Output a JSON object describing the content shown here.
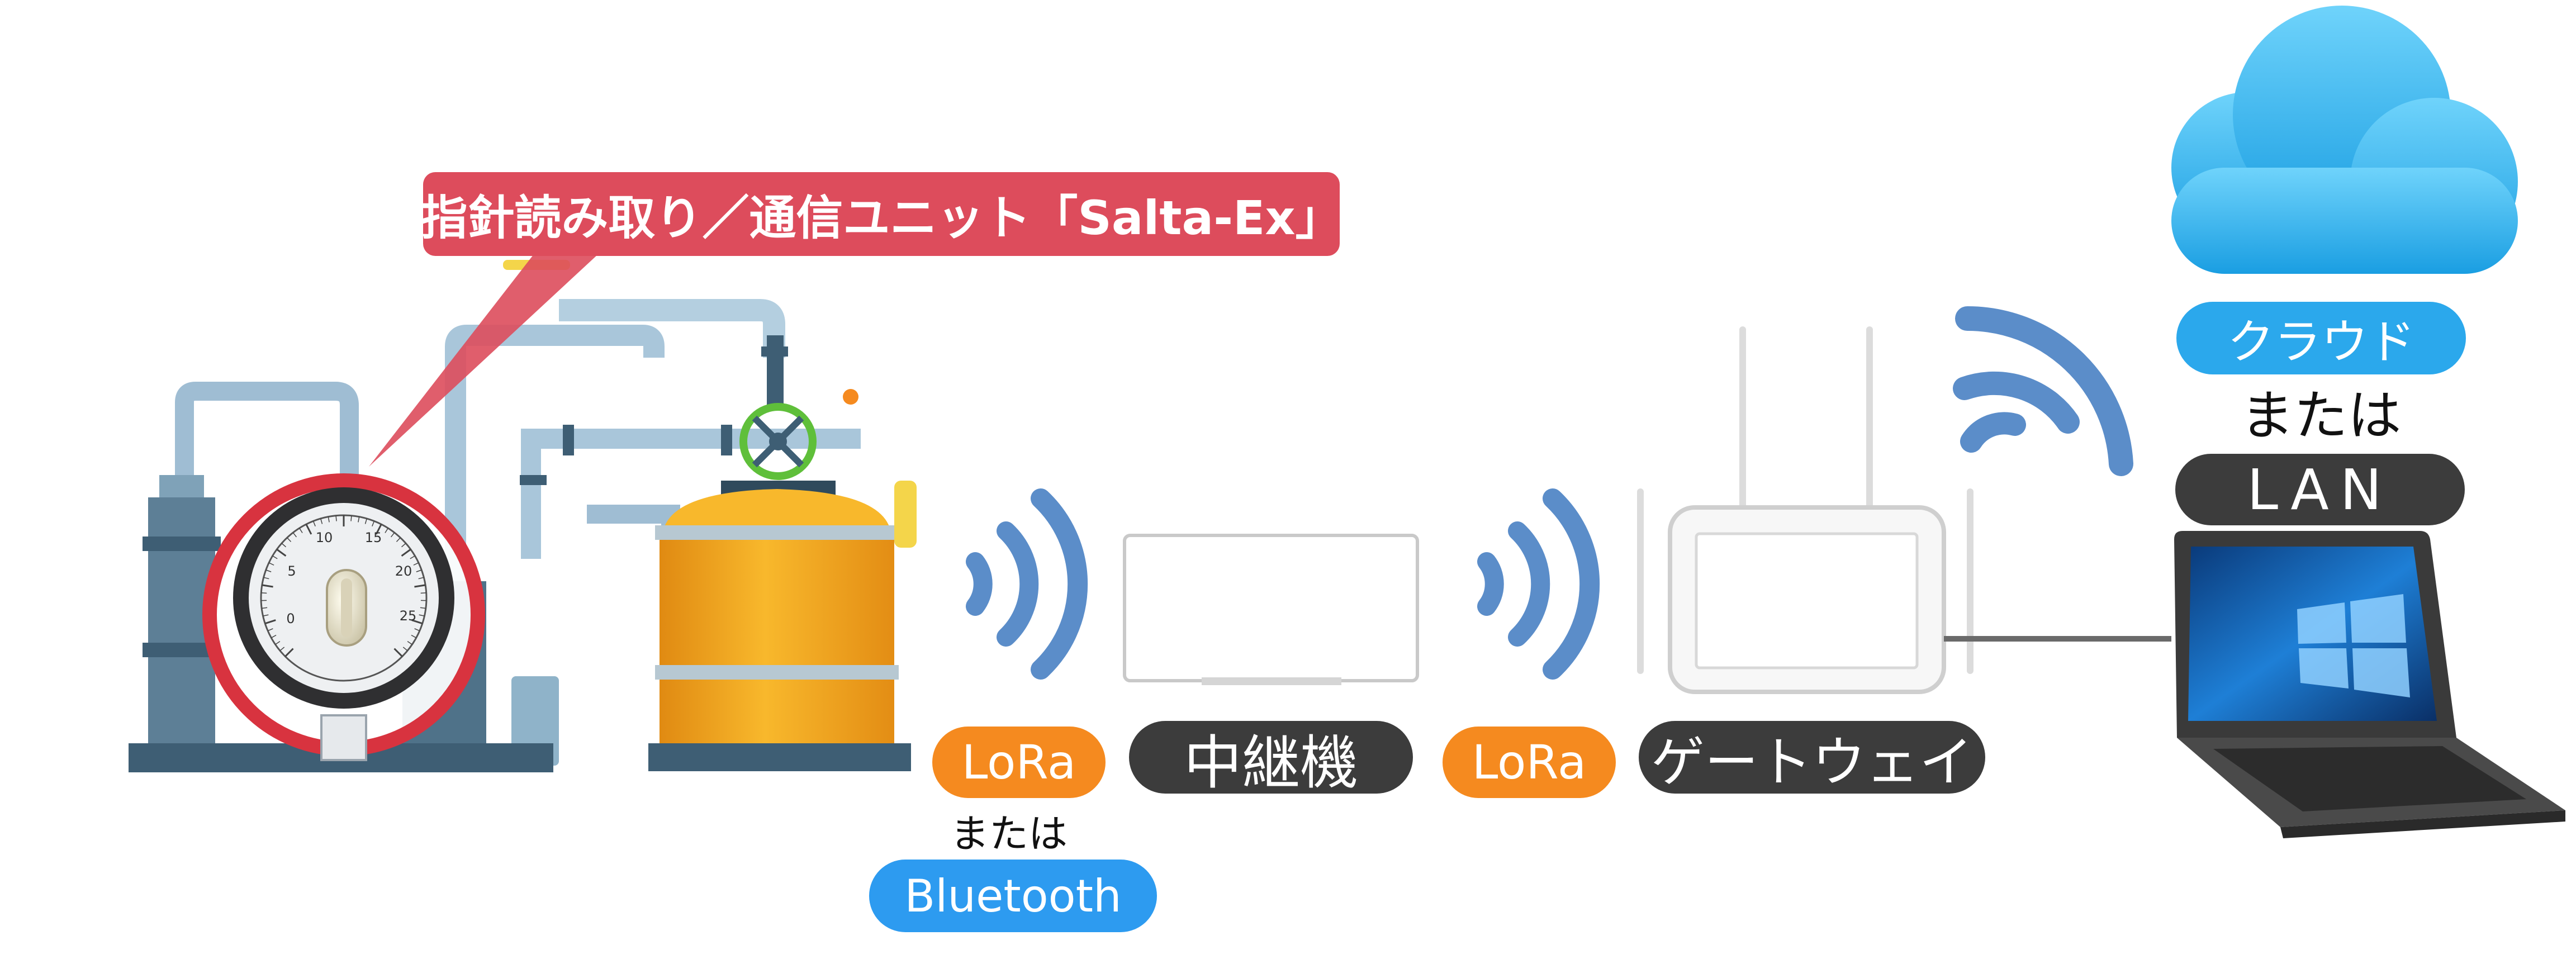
{
  "callout": {
    "label": "指針読み取り／通信ユニット「Salta-Ex」"
  },
  "gauge": {
    "ticks": [
      "0",
      "5",
      "10",
      "15",
      "20",
      "25"
    ]
  },
  "links": {
    "first_primary": "LoRa",
    "first_or": "または",
    "first_secondary": "Bluetooth",
    "second_primary": "LoRa"
  },
  "repeater": {
    "label": "中継機"
  },
  "gateway": {
    "label": "ゲートウェイ"
  },
  "destination": {
    "cloud": "クラウド",
    "or": "または",
    "lan": "LAN"
  },
  "colors": {
    "callout": "#dd4c5c",
    "lora": "#f58a1f",
    "bluetooth": "#2d9bf0",
    "dark_label": "#3c3c3c",
    "cloud": "#35b6ec",
    "waves": "#5b8dc9",
    "tank": "#f2a51c",
    "pipe": "#9fbdd3",
    "machine": "#5d7f96",
    "gauge_ring": "#d8333f",
    "laptop": "#4a4a4a"
  }
}
